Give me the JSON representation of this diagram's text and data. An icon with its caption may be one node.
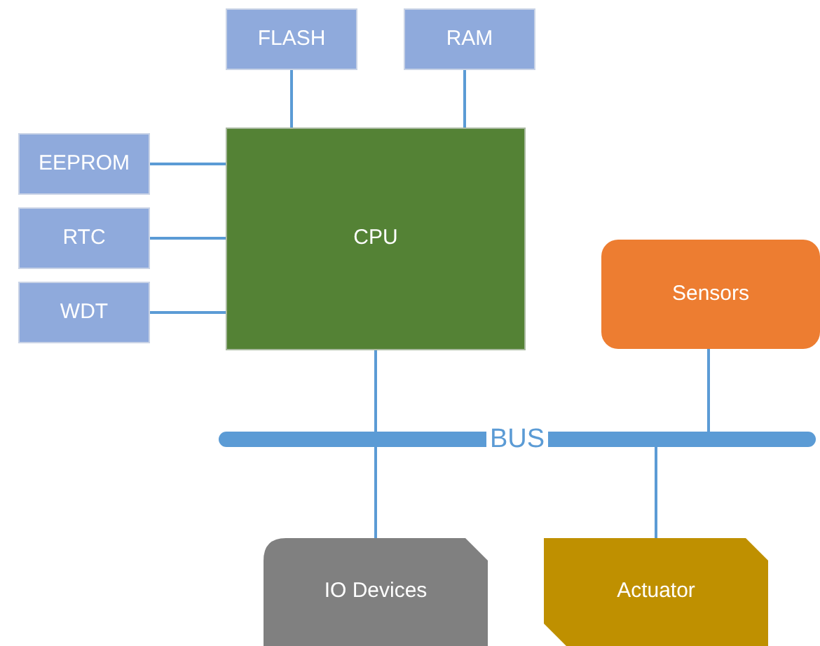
{
  "diagram": {
    "nodes": [
      {
        "text": [
          "FLASH"
        ]
      },
      {
        "text": [
          "RAM"
        ]
      },
      {
        "text": [
          "EEPROM"
        ]
      },
      {
        "text": [
          "RTC"
        ]
      },
      {
        "text": [
          "WDT"
        ]
      },
      {
        "text": [
          "CPU"
        ]
      },
      {
        "text": [
          "Sensors"
        ]
      },
      {
        "text": [
          "BUS"
        ]
      },
      {
        "text": [
          "IO Devices"
        ]
      },
      {
        "text": [
          "Actuator"
        ]
      }
    ],
    "edges": [
      {
        "from": 0,
        "to": 5,
        "arrow": "none"
      },
      {
        "from": 1,
        "to": 5,
        "arrow": "none"
      },
      {
        "from": 2,
        "to": 5,
        "arrow": "none"
      },
      {
        "from": 3,
        "to": 5,
        "arrow": "none"
      },
      {
        "from": 4,
        "to": 5,
        "arrow": "none"
      },
      {
        "from": 5,
        "to": 7,
        "arrow": "none"
      },
      {
        "from": 6,
        "to": 7,
        "arrow": "none"
      },
      {
        "from": 7,
        "to": 8,
        "arrow": "none"
      },
      {
        "from": 7,
        "to": 9,
        "arrow": "none"
      }
    ]
  }
}
